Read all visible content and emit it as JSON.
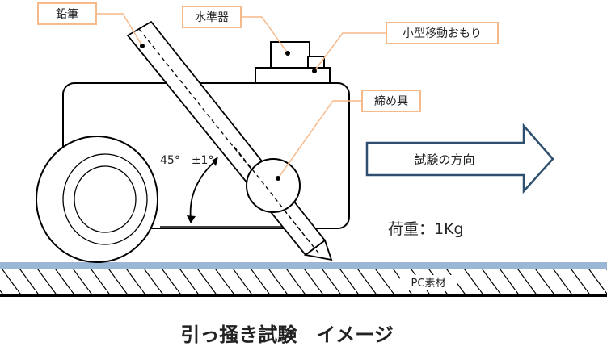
{
  "title": "引っ掻き試験　イメージ",
  "labels": {
    "pencil": "鉛筆",
    "level": "水準器",
    "weight": "小型移動おもり",
    "fastener": "締め具",
    "direction": "試験の方向",
    "load": "荷重：1Kg",
    "angle": "45°　±1°",
    "material": "PC素材"
  },
  "colors": {
    "callout_border": "#f6b98a",
    "leader_line": "#f6b98a",
    "arrow_border": "#2f4f6f",
    "surface": "#9ab7d6",
    "outline": "#000000"
  }
}
